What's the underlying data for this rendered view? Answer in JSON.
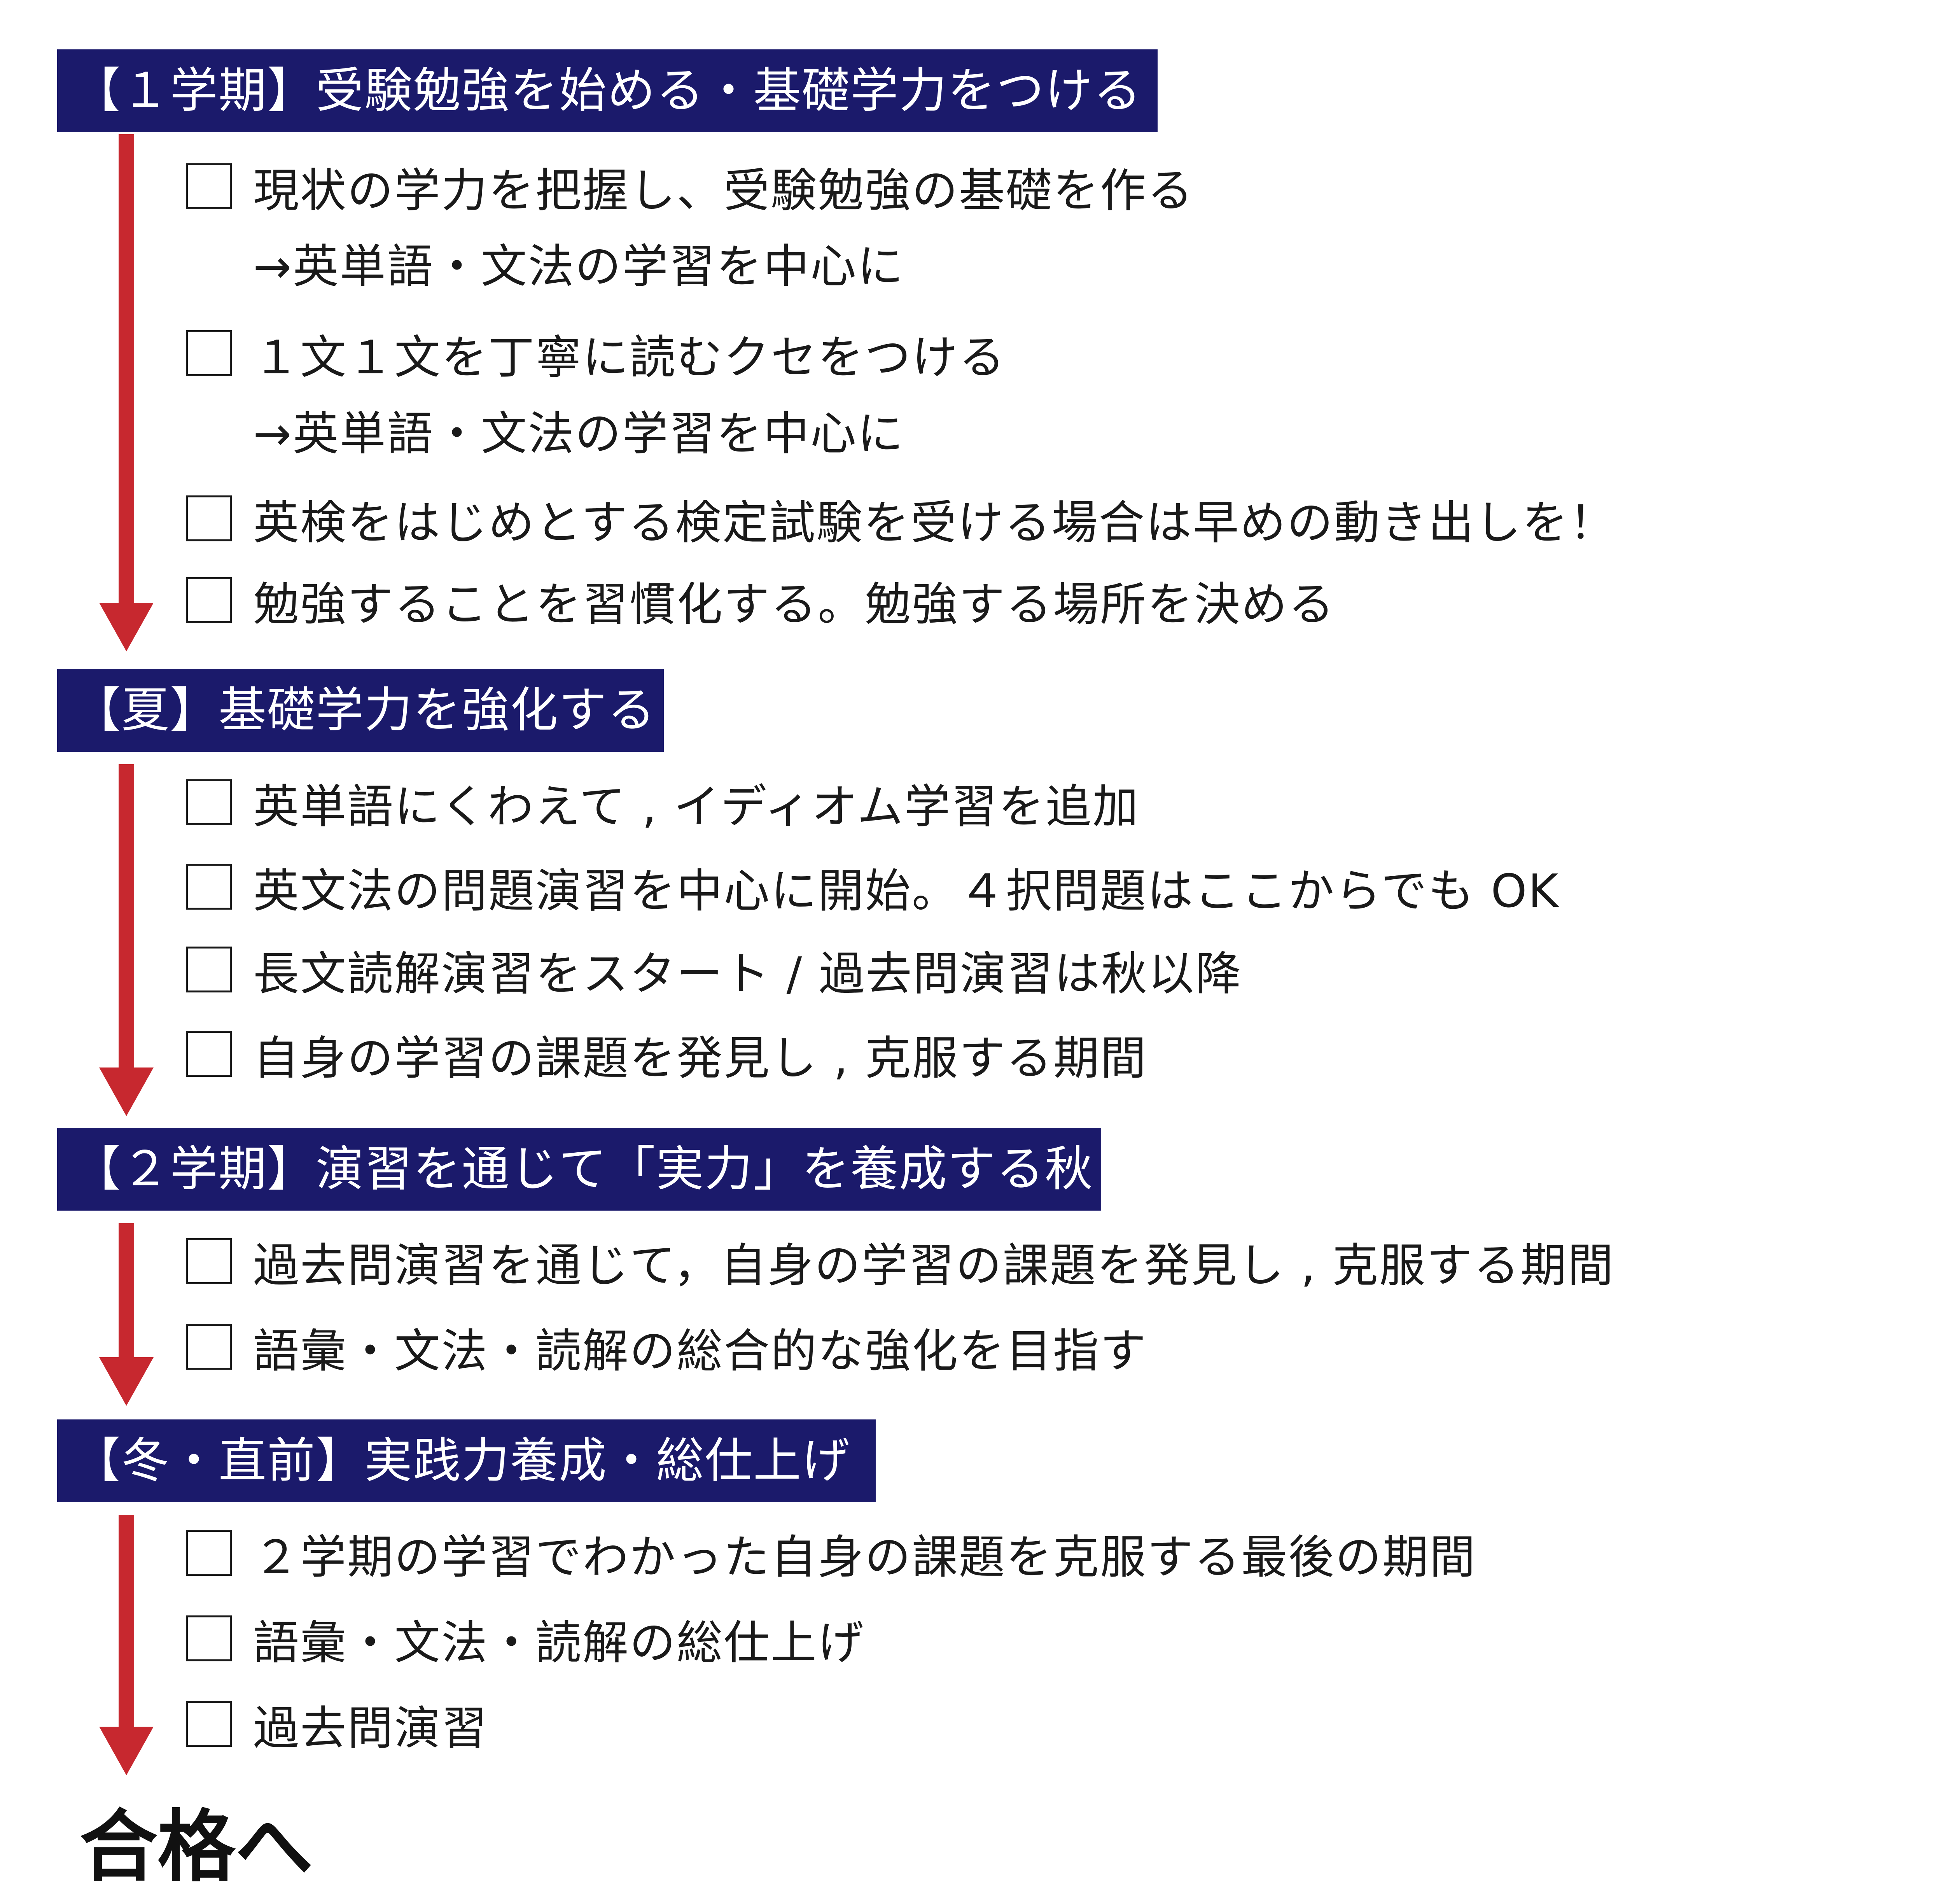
{
  "phases": [
    {
      "title": "【１学期】受験勉強を始める・基礎学力をつける",
      "items": [
        {
          "text": "現状の学力を把握し、受験勉強の基礎を作る",
          "sub": "→英単語・文法の学習を中心に"
        },
        {
          "text": "１文１文を丁寧に読むクセをつける",
          "sub": "→英単語・文法の学習を中心に"
        },
        {
          "text": "英検をはじめとする検定試験を受ける場合は早めの動き出しを！"
        },
        {
          "text": "勉強することを習慣化する。勉強する場所を決める"
        }
      ]
    },
    {
      "title": "【夏】基礎学力を強化する",
      "items": [
        {
          "text": "英単語にくわえて , イディオム学習を追加"
        },
        {
          "text": "英文法の問題演習を中心に開始。４択問題はここからでも OK"
        },
        {
          "text": "長文読解演習をスタート / 過去問演習は秋以降"
        },
        {
          "text": "自身の学習の課題を発見し , 克服する期間"
        }
      ]
    },
    {
      "title": "【２学期】演習を通じて「実力」を養成する秋",
      "items": [
        {
          "text": "過去問演習を通じて，自身の学習の課題を発見し , 克服する期間"
        },
        {
          "text": "語彙・文法・読解の総合的な強化を目指す"
        }
      ]
    },
    {
      "title": "【冬・直前】実践力養成・総仕上げ",
      "items": [
        {
          "text": "２学期の学習でわかった自身の課題を克服する最後の期間"
        },
        {
          "text": "語彙・文法・読解の総仕上げ"
        },
        {
          "text": "過去問演習"
        }
      ]
    }
  ],
  "goal": "合格へ",
  "colors": {
    "header_bg": "#1b1a6b",
    "header_text": "#ffffff",
    "arrow": "#c7282f"
  }
}
